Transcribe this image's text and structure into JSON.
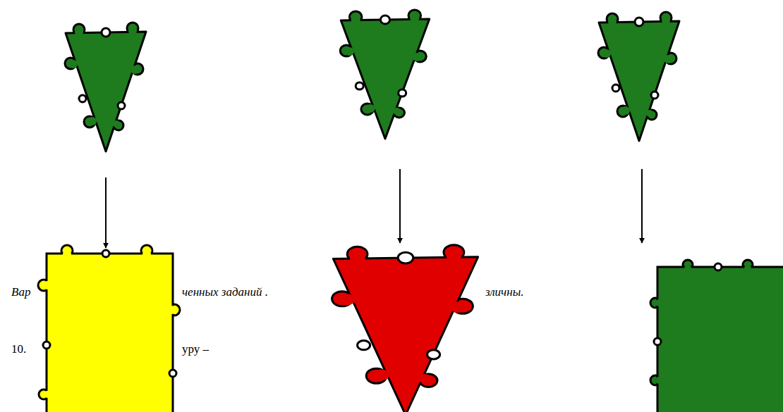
{
  "diagram": {
    "labels": [
      "Вар",
      "ченных заданий .",
      "зличны.",
      "10.",
      "уру –"
    ]
  }
}
